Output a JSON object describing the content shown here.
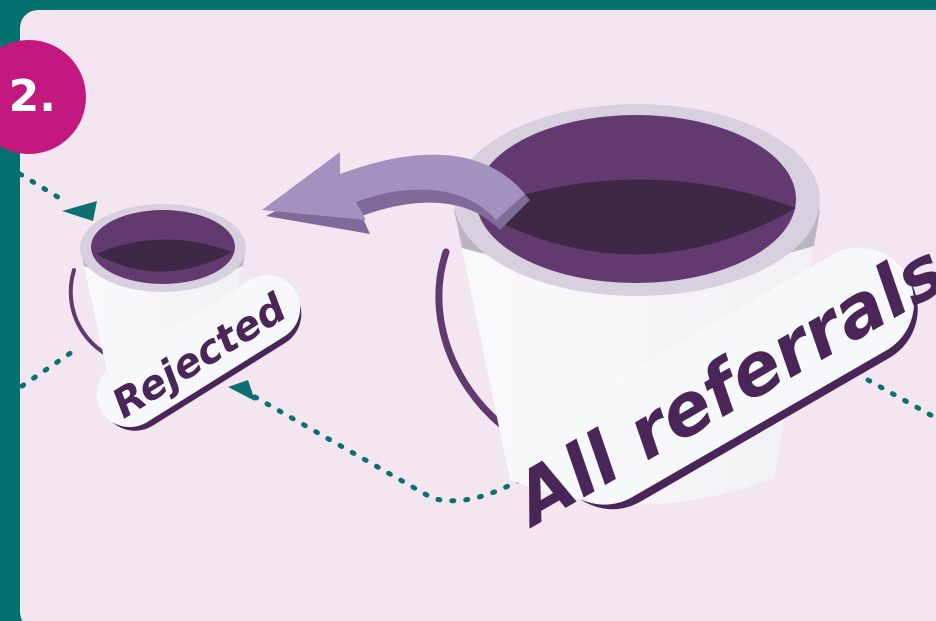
{
  "step": {
    "number_label": "2."
  },
  "buckets": {
    "source": {
      "label": "All referrals"
    },
    "target": {
      "label": "Rejected"
    }
  },
  "colors": {
    "frame": "#04706f",
    "panel": "#f3e6f0",
    "badge": "#c3187d",
    "bucket_inner": "#633a70",
    "bucket_liquid": "#3f2746",
    "bucket_rim": "#d8d0df",
    "bucket_body": "#f7f7f8",
    "bucket_shadow": "#bdb4c2",
    "label_text": "#4a2658",
    "arrow": "#a391bf",
    "flow_dots": "#0d6f70"
  },
  "icons": {
    "flow_arrow": "curved-arrow-icon",
    "path_arrowheads": "triangle-arrowhead-icon"
  }
}
